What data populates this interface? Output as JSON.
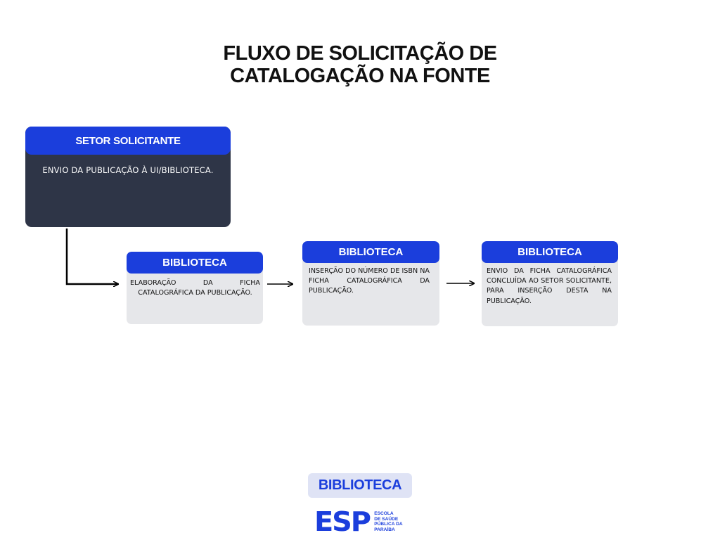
{
  "title": {
    "line1": "FLUXO DE SOLICITAÇÃO DE",
    "line2": "CATALOGAÇÃO NA FONTE"
  },
  "nodes": {
    "requester": {
      "header": "SETOR SOLICITANTE",
      "text": "ENVIO DA PUBLICAÇÃO À UI/BIBLIOTECA."
    },
    "step1": {
      "header": "BIBLIOTECA",
      "text_line1": "ELABORAÇÃO DA FICHA",
      "text_line2": "CATALOGRÁFICA DA PUBLICAÇÃO."
    },
    "step2": {
      "header": "BIBLIOTECA",
      "text": "INSERÇÃO DO NÚMERO DE ISBN NA FICHA CATALOGRÁFICA DA PUBLICAÇÃO."
    },
    "step3": {
      "header": "BIBLIOTECA",
      "text": "ENVIO DA FICHA CATALOGRÁFICA CONCLUÍDA AO SETOR SOLICITANTE, PARA INSERÇÃO DESTA NA PUBLICAÇÃO."
    }
  },
  "footer": {
    "badge": "BIBLIOTECA",
    "logo_text": "ESP",
    "logo_tag": [
      "ESCOLA",
      "DE SAÚDE",
      "PÚBLICA DA",
      "PARAÍBA"
    ]
  },
  "colors": {
    "accent_blue": "#1b3edc",
    "dark_box": "#2e3547",
    "light_box": "#e6e7ea"
  }
}
